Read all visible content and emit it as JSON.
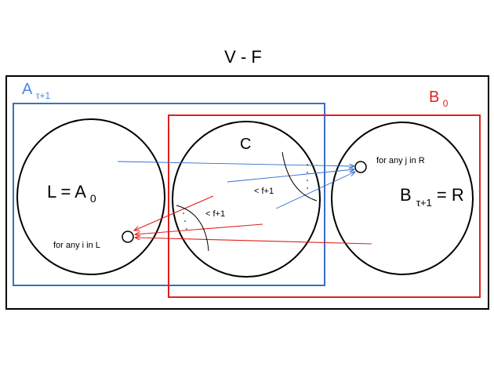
{
  "title": "V - F",
  "sets": {
    "a_label": {
      "base": "A",
      "sub": "τ+1",
      "color": "#4a86e8"
    },
    "b_label": {
      "base": "B",
      "sub": "0",
      "color": "#e02020"
    }
  },
  "circles": {
    "left": {
      "label_base": "L = A",
      "label_sub": "0",
      "note": "for any i in L"
    },
    "middle": {
      "label": "C"
    },
    "right": {
      "label_base": "B",
      "label_sub": "τ+1",
      "label_tail": " = R",
      "note": "for any j in R"
    }
  },
  "annotations": {
    "lt_f1_blue": "< f+1",
    "lt_f1_red": "< f+1"
  },
  "colors": {
    "blue_edge": "#2f6fcf",
    "red_edge": "#e02020",
    "box_blue": "#3a6fc0",
    "box_red": "#e02020"
  }
}
